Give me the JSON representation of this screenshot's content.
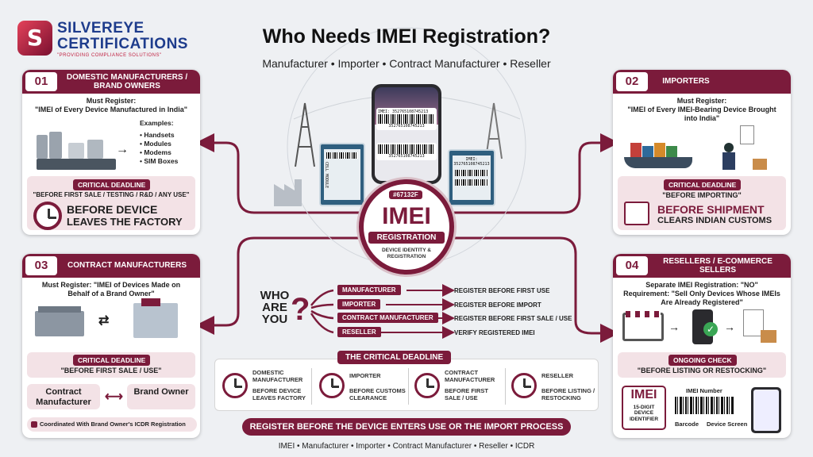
{
  "logo": {
    "mark": "S",
    "name_line1": "SILVEREYE",
    "name_line2": "CERTIFICATIONS",
    "tagline": "\"PROVIDING COMPLIANCE SOLUTIONS\""
  },
  "header": {
    "title": "Who Needs IMEI Registration?",
    "subtitle": "Manufacturer • Importer • Contract Manufacturer • Reseller"
  },
  "cards": {
    "c1": {
      "num": "01",
      "heading": "DOMESTIC MANUFACTURERS / BRAND OWNERS",
      "must": "Must Register:",
      "must_detail": "\"IMEI of Every Device Manufactured in India\"",
      "examples_label": "Examples:",
      "examples": [
        "• Handsets",
        "• Modules",
        "• Modems",
        "• SIM Boxes"
      ],
      "deadline_tag": "CRITICAL DEADLINE",
      "deadline_text": "\"BEFORE FIRST SALE / TESTING / R&D / ANY USE\"",
      "big_line1": "BEFORE DEVICE",
      "big_line2": "LEAVES THE FACTORY"
    },
    "c2": {
      "num": "02",
      "heading": "IMPORTERS",
      "must": "Must Register:",
      "must_detail": "\"IMEI of Every IMEI-Bearing Device Brought into India\"",
      "deadline_tag": "CRITICAL DEADLINE",
      "deadline_text": "\"BEFORE IMPORTING\"",
      "big_line1": "BEFORE SHIPMENT",
      "big_line2": "CLEARS INDIAN CUSTOMS"
    },
    "c3": {
      "num": "03",
      "heading": "CONTRACT MANUFACTURERS",
      "must": "Must Register: \"IMEI of Devices Made on Behalf of a Brand Owner\"",
      "deadline_tag": "CRITICAL DEADLINE",
      "deadline_text": "\"BEFORE FIRST SALE / USE\"",
      "left_box": "Contract Manufacturer",
      "right_box": "Brand Owner",
      "coordinated": "Coordinated With Brand Owner's ICDR Registration"
    },
    "c4": {
      "num": "04",
      "heading": "RESELLERS / E-COMMERCE SELLERS",
      "line1": "Separate IMEI Registration: \"NO\"",
      "line2": "Requirement: \"Sell Only Devices Whose IMEIs Are Already Registered\"",
      "deadline_tag": "ONGOING CHECK",
      "deadline_text": "\"BEFORE LISTING OR RESTOCKING\"",
      "imei_big": "IMEI",
      "imei_sub": "15-DIGIT DEVICE IDENTIFIER",
      "imei_number_label": "IMEI Number",
      "barcode_label": "Barcode",
      "device_screen_label": "Device Screen"
    }
  },
  "hub": {
    "tag": "#67132F",
    "imei": "IMEI",
    "registration": "REGISTRATION",
    "sub": "DEVICE IDENTITY & REGISTRATION"
  },
  "phone": {
    "imei_text": "IMEI: 352765108745213",
    "code1": "352765108745213",
    "code2": "352765108745213"
  },
  "modules": {
    "left_text": "CELL MODULE",
    "right_text": "IMEI: 352765108745213"
  },
  "who": {
    "text": "WHO ARE YOU",
    "qmark": "?",
    "roles": [
      {
        "role": "MANUFACTURER",
        "action": "REGISTER BEFORE FIRST USE"
      },
      {
        "role": "IMPORTER",
        "action": "REGISTER BEFORE IMPORT"
      },
      {
        "role": "CONTRACT MANUFACTURER",
        "action": "REGISTER BEFORE FIRST SALE / USE"
      },
      {
        "role": "RESELLER",
        "action": "VERIFY REGISTERED IMEI"
      }
    ]
  },
  "critical": {
    "title": "THE CRITICAL DEADLINE",
    "items": [
      {
        "name": "DOMESTIC MANUFACTURER",
        "when": "BEFORE DEVICE LEAVES FACTORY"
      },
      {
        "name": "IMPORTER",
        "when": "BEFORE CUSTOMS CLEARANCE"
      },
      {
        "name": "CONTRACT MANUFACTURER",
        "when": "BEFORE FIRST SALE / USE"
      },
      {
        "name": "RESELLER",
        "when": "BEFORE LISTING / RESTOCKING"
      }
    ]
  },
  "banner": "REGISTER BEFORE THE DEVICE ENTERS USE OR THE IMPORT PROCESS",
  "footer": "IMEI • Manufacturer • Importer • Contract Manufacturer • Reseller • ICDR",
  "colors": {
    "accent": "#7b1b3b",
    "pink": "#f3e2e6",
    "background": "#eef0f3"
  }
}
